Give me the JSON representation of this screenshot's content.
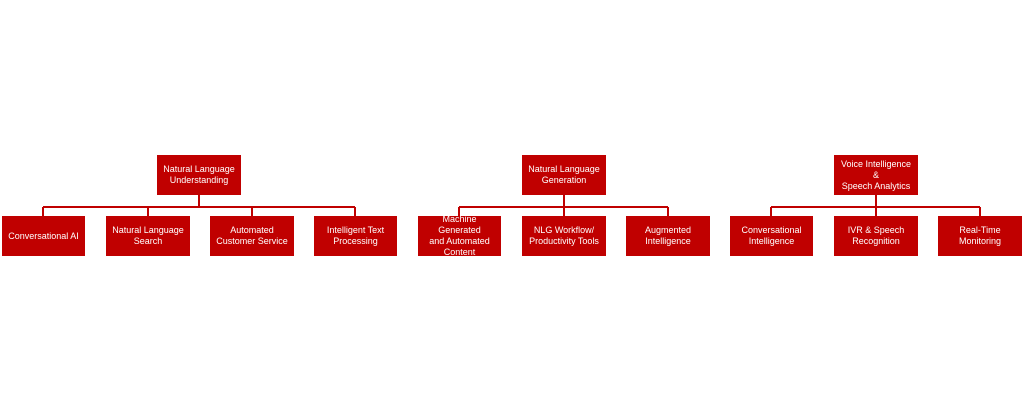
{
  "diagram": {
    "colors": {
      "box_fill": "#c00000",
      "box_text": "#ffffff",
      "connector": "#c00000",
      "background": "#ffffff"
    },
    "trees": [
      {
        "root": "Natural Language\nUnderstanding",
        "children": [
          "Conversational AI",
          "Natural Language\nSearch",
          "Automated\nCustomer Service",
          "Intelligent Text\nProcessing"
        ]
      },
      {
        "root": "Natural Language\nGeneration",
        "children": [
          "Machine Generated\nand Automated\nContent",
          "NLG Workflow/\nProductivity Tools",
          "Augmented\nIntelligence"
        ]
      },
      {
        "root": "Voice Intelligence &\nSpeech Analytics",
        "children": [
          "Conversational\nIntelligence",
          "IVR & Speech\nRecognition",
          "Real-Time\nMonitoring"
        ]
      }
    ]
  }
}
